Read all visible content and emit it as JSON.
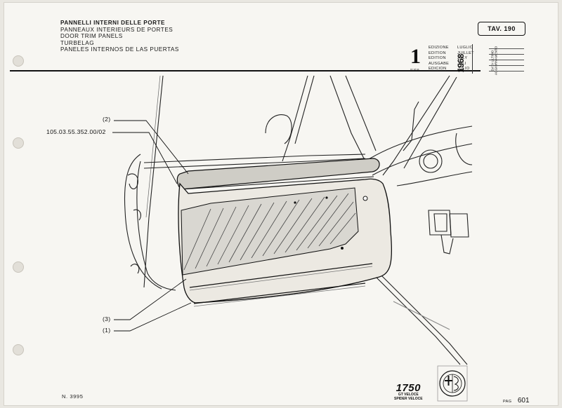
{
  "header": {
    "titles": [
      "PANNELLI INTERNI DELLE PORTE",
      "PANNEAUX INTERIEURS DE PORTES",
      "DOOR TRIM PANELS",
      "TURBELAG",
      "PANELES INTERNOS DE LAS PUERTAS"
    ],
    "plate": "TAV. 190"
  },
  "edition": {
    "number": "1",
    "suffixes": [
      "re",
      "st",
      "ra"
    ],
    "words": [
      "EDIZIONE",
      "EDITION",
      "EDITION",
      "AUSGABE",
      "EDICION"
    ],
    "year": "1968",
    "months": [
      "LUGLIO",
      "JUILLET",
      "JULY",
      "JULI",
      "JULIO"
    ],
    "update_label": "DATA ULTIMO AGGIORNAMENTO"
  },
  "callouts": {
    "c2": "(2)",
    "part": "105.03.55.352.00/02",
    "c3": "(3)",
    "c1": "(1)"
  },
  "footer": {
    "doc_number": "N. 3995",
    "model": "1750",
    "model_sub": [
      "GT VELOCE",
      "SPIDER VELOCE"
    ],
    "page_label": "PAG",
    "page_number": "601"
  },
  "colors": {
    "paper": "#f7f6f2",
    "ink": "#111111",
    "panel_shade": "#d9d7d1"
  }
}
